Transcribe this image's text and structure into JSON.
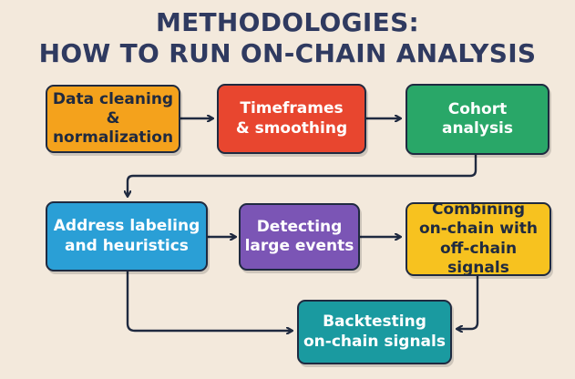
{
  "title": {
    "line1": "METHODOLOGIES:",
    "line2": "HOW TO RUN ON-CHAIN ANALYSIS"
  },
  "steps": [
    {
      "line1": "Data cleaning",
      "line2": "& normalization",
      "line3": "",
      "color": "#f4a21c"
    },
    {
      "line1": "Timeframes",
      "line2": "& smoothing",
      "line3": "",
      "color": "#e8462f"
    },
    {
      "line1": "Cohort",
      "line2": "analysis",
      "line3": "",
      "color": "#29a768"
    },
    {
      "line1": "Address labeling",
      "line2": "and heuristics",
      "line3": "",
      "color": "#2a9fd6"
    },
    {
      "line1": "Detecting",
      "line2": "large events",
      "line3": "",
      "color": "#7b55b5"
    },
    {
      "line1": "Combining",
      "line2": "on-chain with",
      "line3": "off-chain signals",
      "color": "#f7c21f"
    },
    {
      "line1": "Backtesting",
      "line2": "on-chain signals",
      "line3": "",
      "color": "#1a9aa0"
    }
  ],
  "colors": {
    "background": "#f3e9dc",
    "title": "#2f3a60",
    "outline": "#1f2a40"
  }
}
